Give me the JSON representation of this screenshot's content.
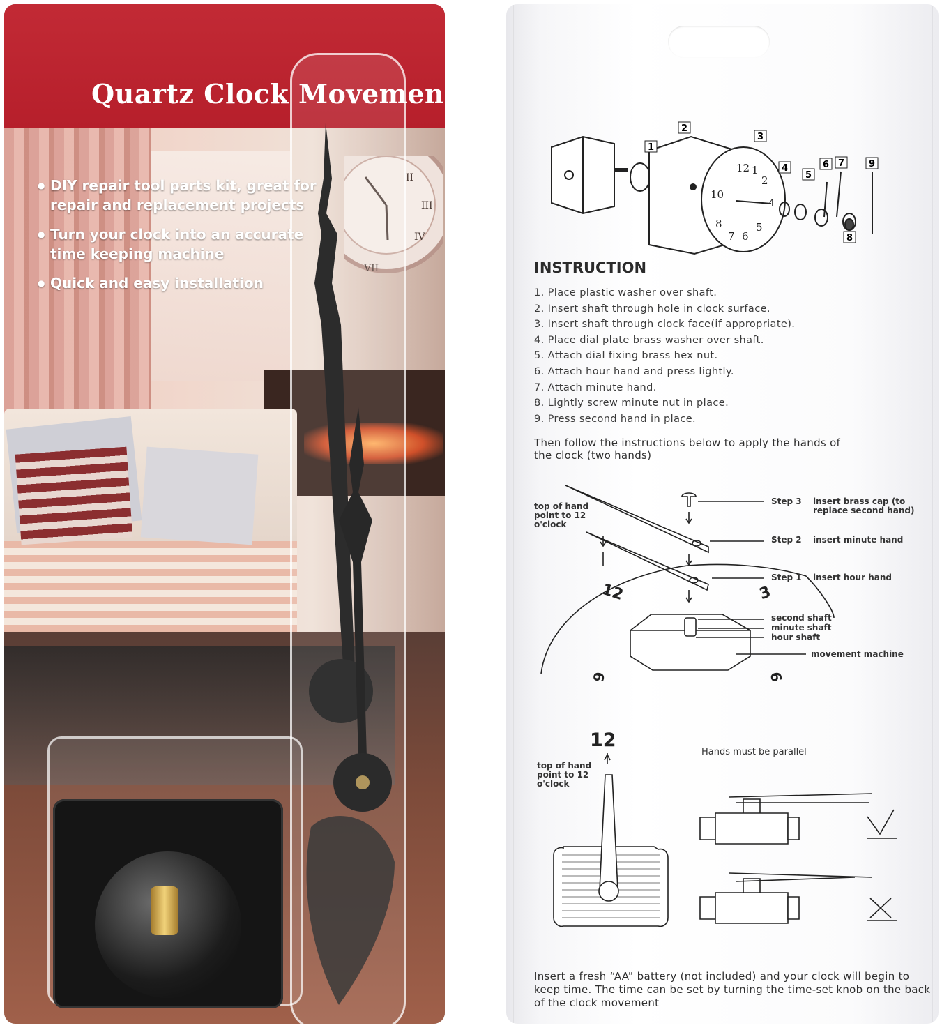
{
  "front": {
    "title": "Quartz Clock Movement",
    "bullets": [
      "DIY repair tool parts kit, great for repair and replacement projects",
      "Turn your clock into an accurate time keeping machine",
      "Quick and easy installation"
    ],
    "header_color": "#c22a35"
  },
  "back": {
    "parts": [
      "1",
      "2",
      "3",
      "4",
      "5",
      "6",
      "7",
      "8",
      "9"
    ],
    "dial_numbers": [
      "12",
      "1",
      "2",
      "10",
      "4",
      "8",
      "7",
      "6",
      "5"
    ],
    "instruction_title": "INSTRUCTION",
    "steps": [
      "1. Place plastic washer over shaft.",
      "2. Insert shaft through hole in clock surface.",
      "3. Insert shaft through clock face(if appropriate).",
      "4. Place dial plate brass washer over shaft.",
      "5. Attach dial fixing brass hex nut.",
      "6. Attach hour hand and press lightly.",
      "7. Attach minute hand.",
      "8. Lightly screw minute nut in place.",
      "9. Press second hand in place."
    ],
    "follow_text": "Then follow the instructions below to apply the hands of the clock (two hands)",
    "diagram": {
      "top_of_hand": "top of hand point to 12 o'clock",
      "step3": "Step 3",
      "step3_desc": "insert brass cap (to replace second hand)",
      "step2": "Step 2",
      "step2_desc": "insert minute hand",
      "step1": "Step 1",
      "step1_desc": "insert hour hand",
      "second_shaft": "second shaft",
      "minute_shaft": "minute shaft",
      "hour_shaft": "hour shaft",
      "movement_machine": "movement machine",
      "face_numbers": [
        "12",
        "3",
        "9",
        "6"
      ]
    },
    "twelve_label": "12",
    "top_of_hand_2": "top of hand point to 12 o'clock",
    "parallel_note": "Hands must be parallel",
    "check_icon": "check-mark-icon",
    "cross_icon": "cross-mark-icon",
    "battery_text": "Insert a fresh “AA” battery (not included) and your clock will begin to keep time. The time can be set by turning the time-set knob on the back of the clock movement"
  }
}
